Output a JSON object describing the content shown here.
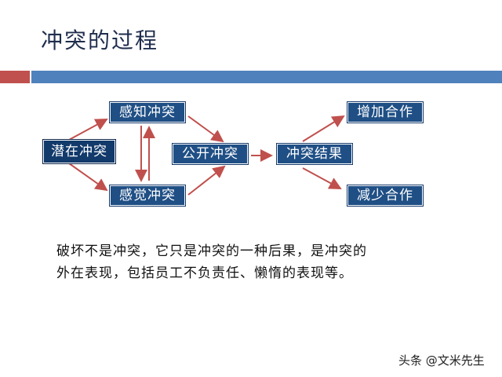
{
  "slide": {
    "title": "冲突的过程",
    "caption_line1": "破坏不是冲突，它只是冲突的一种后果，是冲突的",
    "caption_line2": "外在表现，包括员工不负责任、懒惰的表现等。",
    "watermark": "头条 @文米先生"
  },
  "diagram": {
    "nodes": {
      "latent": "潜在冲突",
      "perceived": "感知冲突",
      "felt": "感觉冲突",
      "open": "公开冲突",
      "result": "冲突结果",
      "increase": "增加合作",
      "decrease": "减少合作"
    },
    "edges": [
      [
        "latent",
        "perceived"
      ],
      [
        "latent",
        "felt"
      ],
      [
        "perceived",
        "felt"
      ],
      [
        "felt",
        "perceived"
      ],
      [
        "perceived",
        "open"
      ],
      [
        "felt",
        "open"
      ],
      [
        "open",
        "result"
      ],
      [
        "result",
        "increase"
      ],
      [
        "result",
        "decrease"
      ]
    ]
  },
  "colors": {
    "accent_red": "#c0504d",
    "accent_blue": "#4f81bd",
    "box_fill": "#1f4f85",
    "arrow": "#c0504d"
  }
}
